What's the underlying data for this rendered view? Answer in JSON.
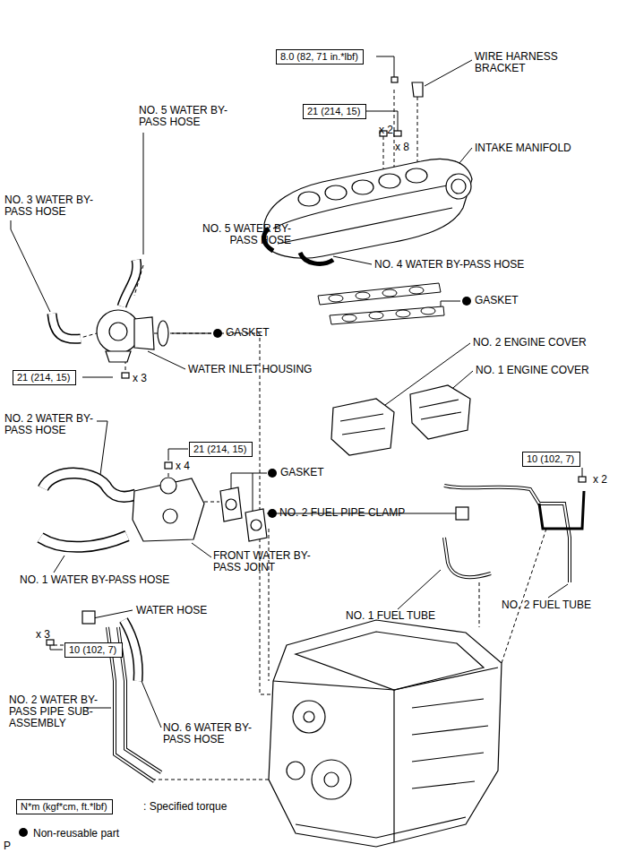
{
  "diagram": {
    "nodes": [
      {
        "text": [
          "8.0 (82, 71 in.*lbf)"
        ]
      },
      {
        "text": [
          "21 (214, 15)"
        ]
      },
      {
        "text": [
          "21 (214, 15)"
        ]
      },
      {
        "text": [
          "21 (214, 15)"
        ]
      },
      {
        "text": [
          "10 (102, 7)"
        ]
      },
      {
        "text": [
          "10 (102, 7)"
        ]
      },
      {
        "text": [
          "N*m (kgf*cm, ft.*lbf)"
        ]
      }
    ],
    "labels": [
      "WIRE HARNESS BRACKET",
      "NO. 5 WATER BY-PASS HOSE",
      "x 2",
      "x 8",
      "INTAKE MANIFOLD",
      "NO. 3 WATER BY-PASS HOSE",
      "NO. 5 WATER BY-PASS HOSE",
      "NO. 4 WATER BY-PASS HOSE",
      "GASKET",
      "NO. 2 ENGINE COVER",
      "NO. 1 ENGINE COVER",
      "GASKET",
      "x 3",
      "WATER INLET HOUSING",
      "NO. 2 WATER BY-PASS HOSE",
      "x 4",
      "GASKET",
      "x 2",
      "NO. 2 FUEL PIPE CLAMP",
      "FRONT WATER BY-PASS JOINT",
      "NO. 1 WATER BY-PASS HOSE",
      "NO. 1 FUEL TUBE",
      "NO. 2 FUEL TUBE",
      "WATER HOSE",
      "x 3",
      "NO. 2 WATER BY-PASS PIPE SUB-ASSEMBLY",
      "NO. 6 WATER BY-PASS HOSE",
      ": Specified torque",
      "P"
    ],
    "legend": [
      {
        "text": "Non-reusable part"
      }
    ]
  }
}
